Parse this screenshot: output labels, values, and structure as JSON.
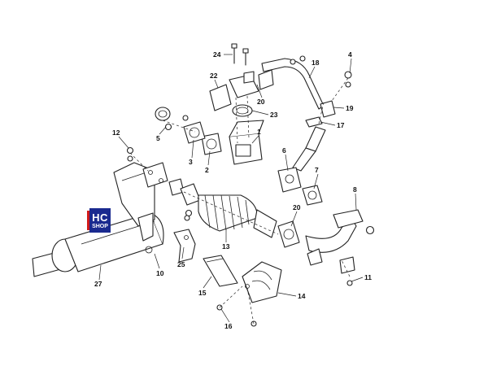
{
  "badge": {
    "top": "HC",
    "bottom": "SHOP"
  },
  "callouts": [
    {
      "id": "c1",
      "label": "1"
    },
    {
      "id": "c2",
      "label": "2"
    },
    {
      "id": "c3",
      "label": "3"
    },
    {
      "id": "c4",
      "label": "4"
    },
    {
      "id": "c5",
      "label": "5"
    },
    {
      "id": "c6",
      "label": "6"
    },
    {
      "id": "c7",
      "label": "7"
    },
    {
      "id": "c8",
      "label": "8"
    },
    {
      "id": "c10",
      "label": "10"
    },
    {
      "id": "c11",
      "label": "11"
    },
    {
      "id": "c12",
      "label": "12"
    },
    {
      "id": "c13",
      "label": "13"
    },
    {
      "id": "c14",
      "label": "14"
    },
    {
      "id": "c15",
      "label": "15"
    },
    {
      "id": "c16",
      "label": "16"
    },
    {
      "id": "c17",
      "label": "17"
    },
    {
      "id": "c18",
      "label": "18"
    },
    {
      "id": "c19",
      "label": "19"
    },
    {
      "id": "c20a",
      "label": "20"
    },
    {
      "id": "c20b",
      "label": "20"
    },
    {
      "id": "c22",
      "label": "22"
    },
    {
      "id": "c23",
      "label": "23"
    },
    {
      "id": "c24",
      "label": "24"
    },
    {
      "id": "c25",
      "label": "25"
    },
    {
      "id": "c27",
      "label": "27"
    }
  ]
}
